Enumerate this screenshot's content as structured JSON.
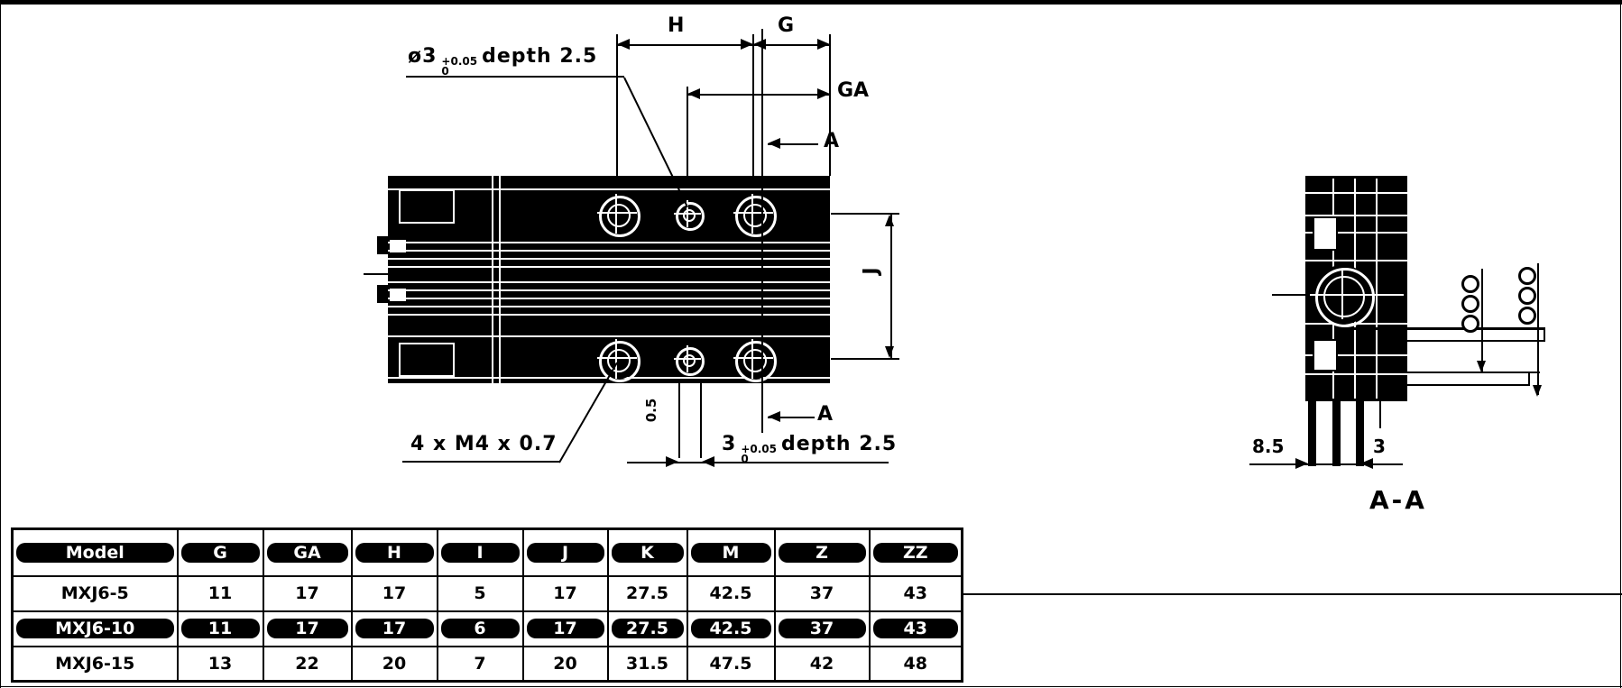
{
  "front_view": {
    "callout_bore": {
      "prefix": "ø3",
      "tol_plus": "+0.05",
      "tol_minus": "0",
      "suffix": "depth 2.5"
    },
    "callout_thread": "4 x M4 x 0.7",
    "callout_slot": {
      "prefix": "3",
      "tol_plus": "+0.05",
      "tol_minus": "0",
      "suffix": "depth 2.5"
    },
    "dim_h": "H",
    "dim_g": "G",
    "dim_ga": "GA",
    "section_label": "A",
    "dim_j": "J",
    "dim_small": "0.5"
  },
  "section_view": {
    "title": "A-A",
    "dim_left": "8.5",
    "dim_right": "3"
  },
  "table": {
    "columns": [
      "Model",
      "G",
      "GA",
      "H",
      "I",
      "J",
      "K",
      "M",
      "Z",
      "ZZ"
    ],
    "rows": [
      {
        "model": "MXJ6-5",
        "highlight": false,
        "values": [
          "11",
          "17",
          "17",
          "5",
          "17",
          "27.5",
          "42.5",
          "37",
          "43"
        ]
      },
      {
        "model": "MXJ6-10",
        "highlight": true,
        "values": [
          "11",
          "17",
          "17",
          "6",
          "17",
          "27.5",
          "42.5",
          "37",
          "43"
        ]
      },
      {
        "model": "MXJ6-15",
        "highlight": false,
        "values": [
          "13",
          "22",
          "20",
          "7",
          "20",
          "31.5",
          "47.5",
          "42",
          "48"
        ]
      }
    ]
  },
  "colors": {
    "ink": "#000000",
    "paper": "#ffffff"
  }
}
